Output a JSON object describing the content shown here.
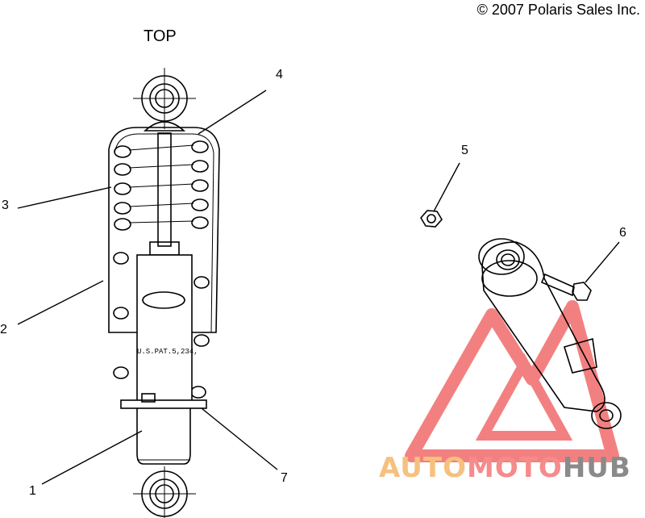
{
  "copyright": "© 2007 Polaris Sales Inc.",
  "orientation_label": "TOP",
  "patent_text": "U.S.PAT.5,234,",
  "callouts": [
    "1",
    "2",
    "3",
    "4",
    "5",
    "6",
    "7"
  ],
  "watermark": {
    "part_auto": "AUTO",
    "part_moto": "MOTO",
    "part_hub": "HUB",
    "colors": {
      "auto": "#f6c07f",
      "moto": "#f58b8b",
      "hub": "#8a8a8a",
      "logo": "#f26b6b"
    }
  }
}
